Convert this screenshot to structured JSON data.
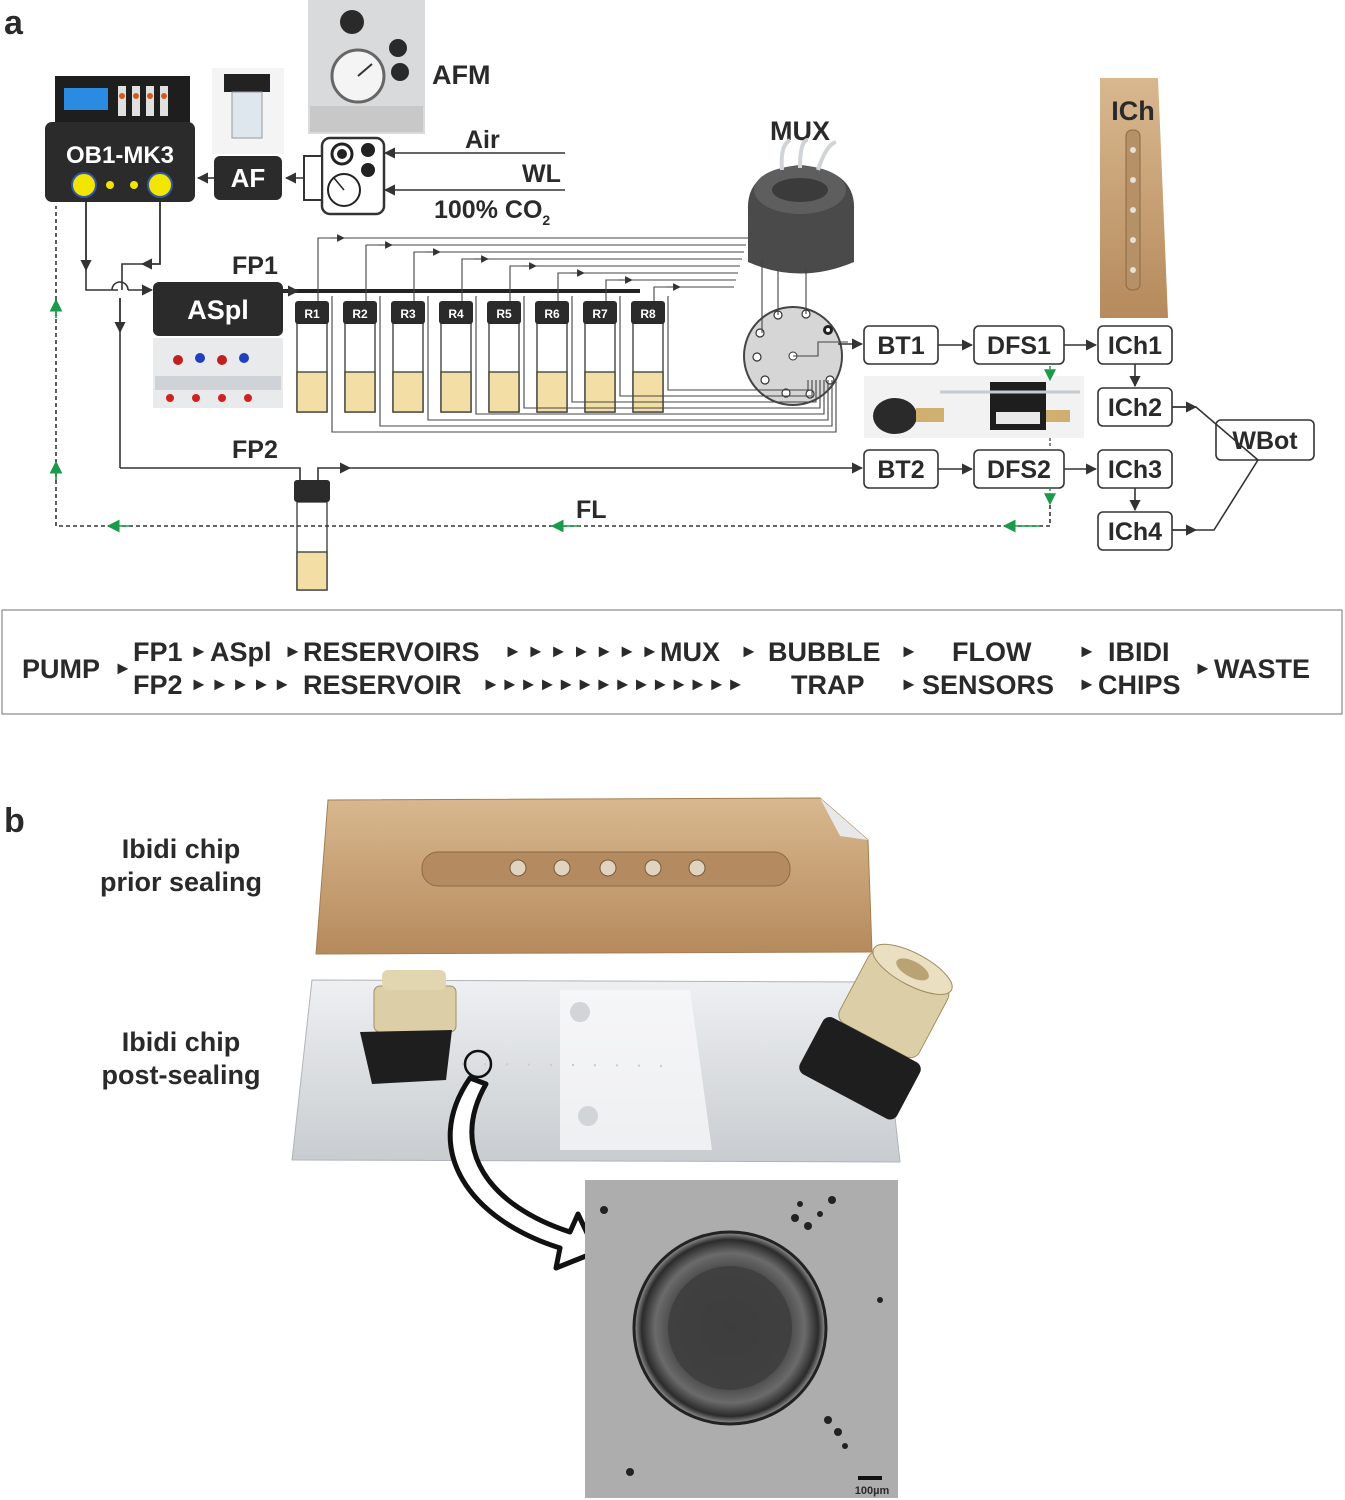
{
  "panel_a": {
    "letter": "a",
    "devices": {
      "ob1": "OB1-MK3",
      "af": "AF",
      "afm": "AFM",
      "aspl": "ASpl",
      "mux": "MUX",
      "ich_photo": "ICh"
    },
    "gas_inputs": {
      "air": "Air",
      "wl": "WL",
      "co2": "100% CO",
      "co2_sub": "2"
    },
    "path_labels": {
      "fp1": "FP1",
      "fp2": "FP2",
      "fl": "FL"
    },
    "reservoirs": [
      "R1",
      "R2",
      "R3",
      "R4",
      "R5",
      "R6",
      "R7",
      "R8"
    ],
    "boxes": {
      "bt1": "BT1",
      "bt2": "BT2",
      "dfs1": "DFS1",
      "dfs2": "DFS2",
      "ich1": "ICh1",
      "ich2": "ICh2",
      "ich3": "ICh3",
      "ich4": "ICh4",
      "wbot": "WBot"
    },
    "flow_summary": {
      "pump": "PUMP",
      "fp1": "FP1",
      "aspl": "ASpl",
      "reservoirs": "RESERVOIRS",
      "mux": "MUX",
      "bubble": "BUBBLE",
      "trap": "TRAP",
      "flow": "FLOW",
      "sensors": "SENSORS",
      "ibidi": "IBIDI",
      "chips": "CHIPS",
      "waste": "WASTE",
      "fp2": "FP2",
      "reservoir": "RESERVOIR"
    }
  },
  "panel_b": {
    "letter": "b",
    "label_prior_1": "Ibidi chip",
    "label_prior_2": "prior sealing",
    "label_post_1": "Ibidi chip",
    "label_post_2": "post-sealing",
    "scale_bar": "100µm"
  },
  "colors": {
    "flow_arrow_green": "#1a9a4a",
    "medium_fill": "#f3dfa6",
    "device_dark": "#2b2b2b",
    "knob_yellow": "#f2e600",
    "chip_tan": "#c9a27a"
  }
}
